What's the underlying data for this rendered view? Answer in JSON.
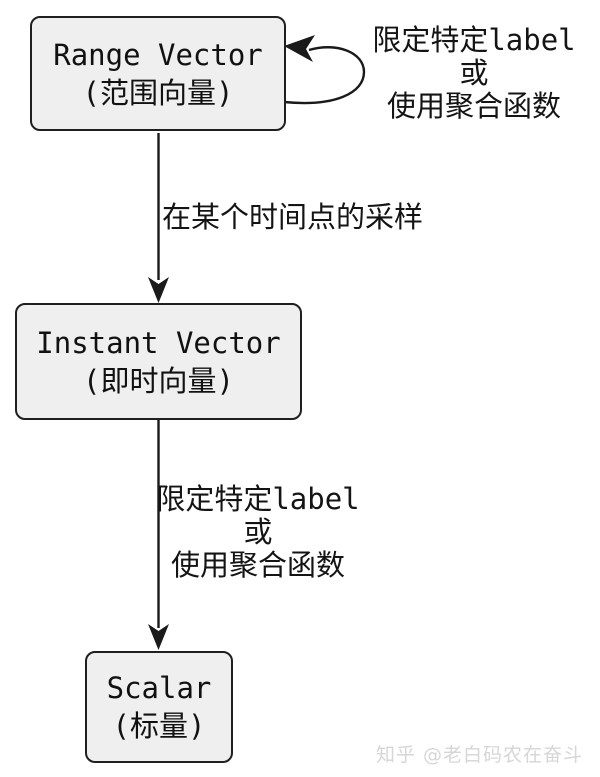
{
  "diagram": {
    "title_hint": "Prometheus data type conversion flow",
    "colors": {
      "background": "#ffffff",
      "node_fill": "#efefef",
      "node_border": "#1f1f1f",
      "line": "#1a1a1a",
      "text": "#111111",
      "watermark": "#d6d6d6"
    },
    "nodes": [
      {
        "id": "range-vector",
        "title": "Range Vector",
        "subtitle": "(范围向量)"
      },
      {
        "id": "instant-vector",
        "title": "Instant Vector",
        "subtitle": "(即时向量)"
      },
      {
        "id": "scalar",
        "title": "Scalar",
        "subtitle": "(标量)"
      }
    ],
    "edges": [
      {
        "id": "range-self-loop",
        "from": "range-vector",
        "to": "range-vector",
        "label_lines": [
          "限定特定label",
          "或",
          "使用聚合函数"
        ]
      },
      {
        "id": "range-to-instant",
        "from": "range-vector",
        "to": "instant-vector",
        "label_lines": [
          "在某个时间点的采样"
        ]
      },
      {
        "id": "instant-to-scalar",
        "from": "instant-vector",
        "to": "scalar",
        "label_lines": [
          "限定特定label",
          "或",
          "使用聚合函数"
        ]
      }
    ],
    "watermark": "知乎 @老白码农在奋斗"
  }
}
